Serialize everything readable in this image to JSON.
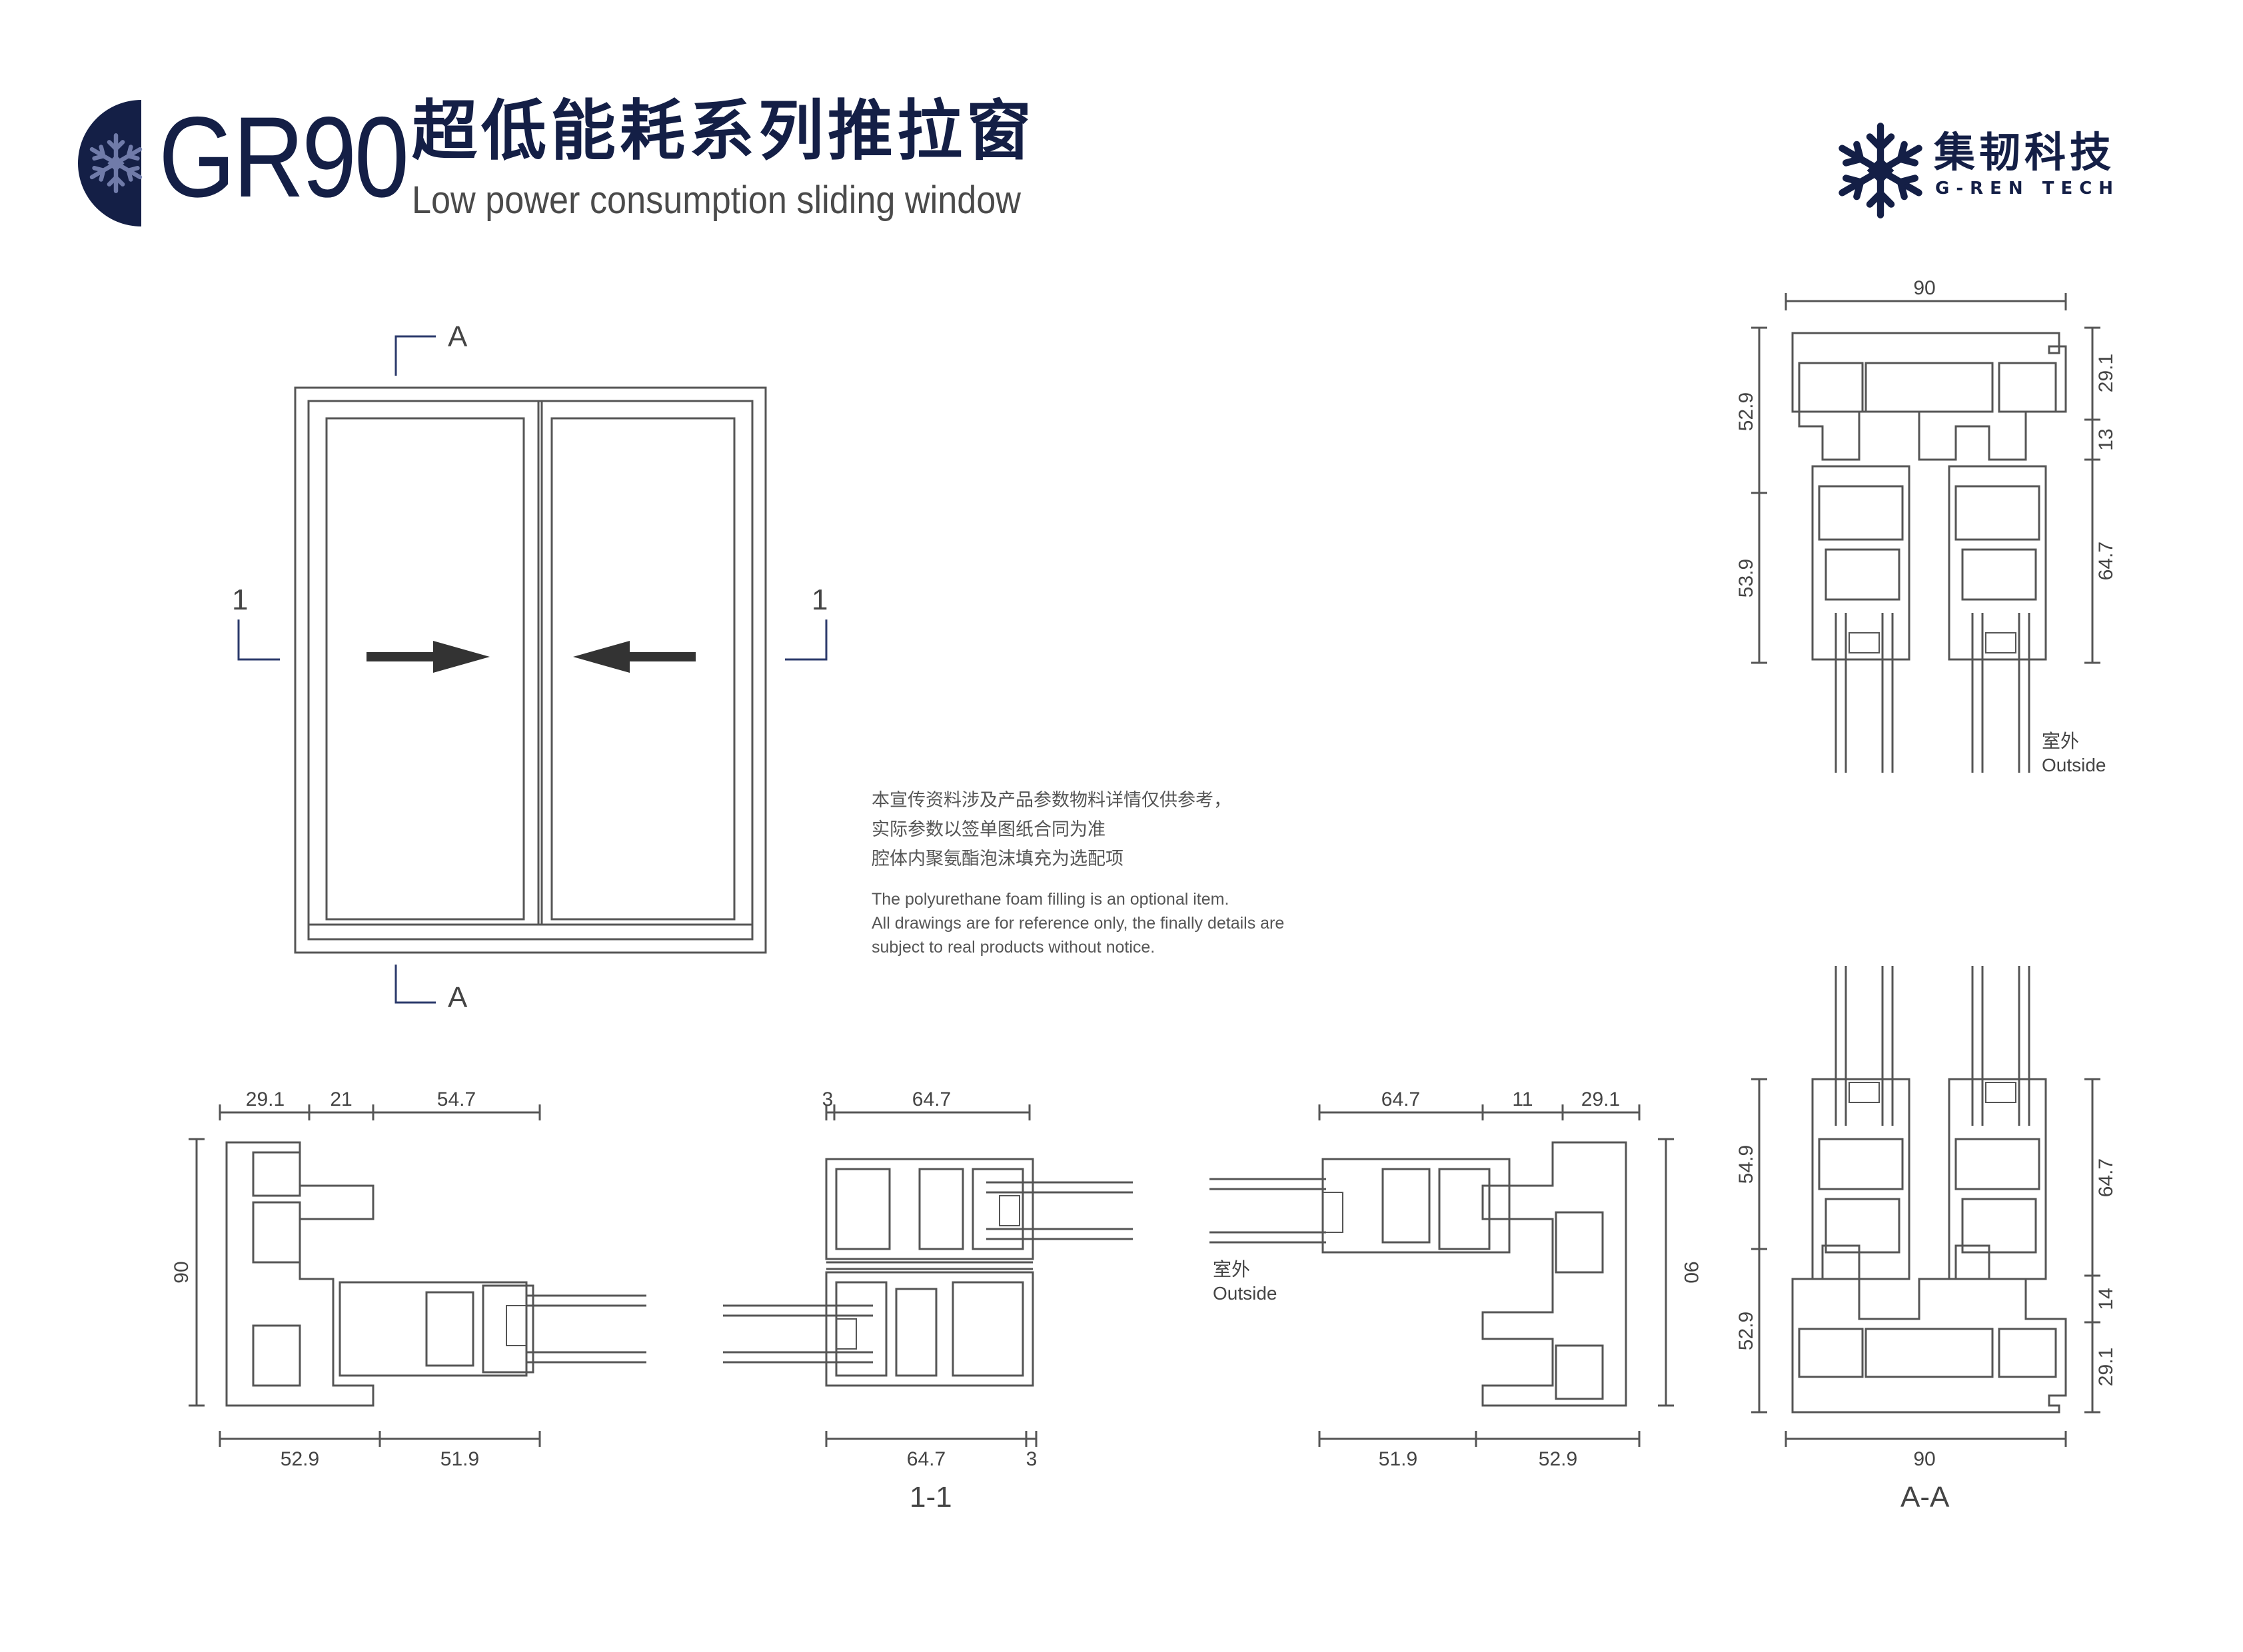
{
  "header": {
    "model": "GR90",
    "title_cn": "超低能耗系列推拉窗",
    "title_en": "Low power consumption sliding window",
    "accent_color": "#141f46"
  },
  "brand": {
    "name_cn": "集韧科技",
    "name_en": "G-REN TECH",
    "logo_icon": "snowflake-star-icon"
  },
  "elevation": {
    "section_a_label": "A",
    "section_1_label": "1",
    "left_arrow_icon": "arrow-right-icon",
    "right_arrow_icon": "arrow-left-icon"
  },
  "notes": {
    "cn_lines": [
      "本宣传资料涉及产品参数物料详情仅供参考，",
      "实际参数以签单图纸合同为准",
      "腔体内聚氨酯泡沫填充为选配项"
    ],
    "en_lines": [
      "The polyurethane foam filling is an optional item.",
      "All drawings are for reference only, the finally details are",
      "subject to real products without notice."
    ]
  },
  "section_aa": {
    "caption": "A-A",
    "outside_cn": "室外",
    "outside_en": "Outside",
    "top": {
      "width": "90",
      "left_dims": [
        "52.9",
        "53.9"
      ],
      "right_dims": [
        "29.1",
        "13",
        "64.7"
      ]
    },
    "bottom": {
      "width": "90",
      "left_dims": [
        "54.9",
        "52.9"
      ],
      "right_dims": [
        "64.7",
        "14",
        "29.1"
      ]
    }
  },
  "section_11": {
    "caption": "1-1",
    "outside_cn": "室外",
    "outside_en": "Outside",
    "left": {
      "top_dims": [
        "29.1",
        "21",
        "54.7"
      ],
      "bottom_dims": [
        "52.9",
        "51.9"
      ],
      "height": "90"
    },
    "middle": {
      "top_dims": [
        "3",
        "64.7"
      ],
      "bottom_dims": [
        "64.7",
        "3"
      ]
    },
    "right": {
      "top_dims": [
        "64.7",
        "11",
        "29.1"
      ],
      "bottom_dims": [
        "51.9",
        "52.9"
      ],
      "height": "90"
    }
  }
}
